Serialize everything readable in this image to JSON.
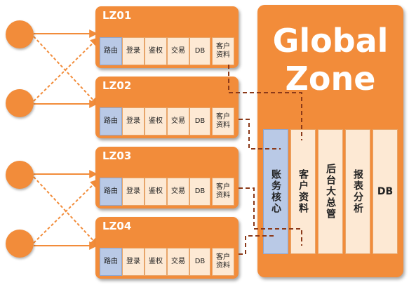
{
  "zones": [
    {
      "title": "LZ01",
      "cells": [
        "路由",
        "登录",
        "鉴权",
        "交易",
        "DB",
        "客户资料"
      ]
    },
    {
      "title": "LZ02",
      "cells": [
        "路由",
        "登录",
        "鉴权",
        "交易",
        "DB",
        "客户资料"
      ]
    },
    {
      "title": "LZ03",
      "cells": [
        "路由",
        "登录",
        "鉴权",
        "交易",
        "DB",
        "客户资料"
      ]
    },
    {
      "title": "LZ04",
      "cells": [
        "路由",
        "登录",
        "鉴权",
        "交易",
        "DB",
        "客户资料"
      ]
    }
  ],
  "global_zone": {
    "title_line1": "Global",
    "title_line2": "Zone",
    "columns": [
      "账务核心",
      "客户资料",
      "后台大总管",
      "报表分析",
      "DB"
    ]
  },
  "colors": {
    "orange": "#f28c3a",
    "cell": "#fde9d4",
    "route_blue": "#b9c9e6",
    "dashed_brown": "#8b3a1a"
  }
}
